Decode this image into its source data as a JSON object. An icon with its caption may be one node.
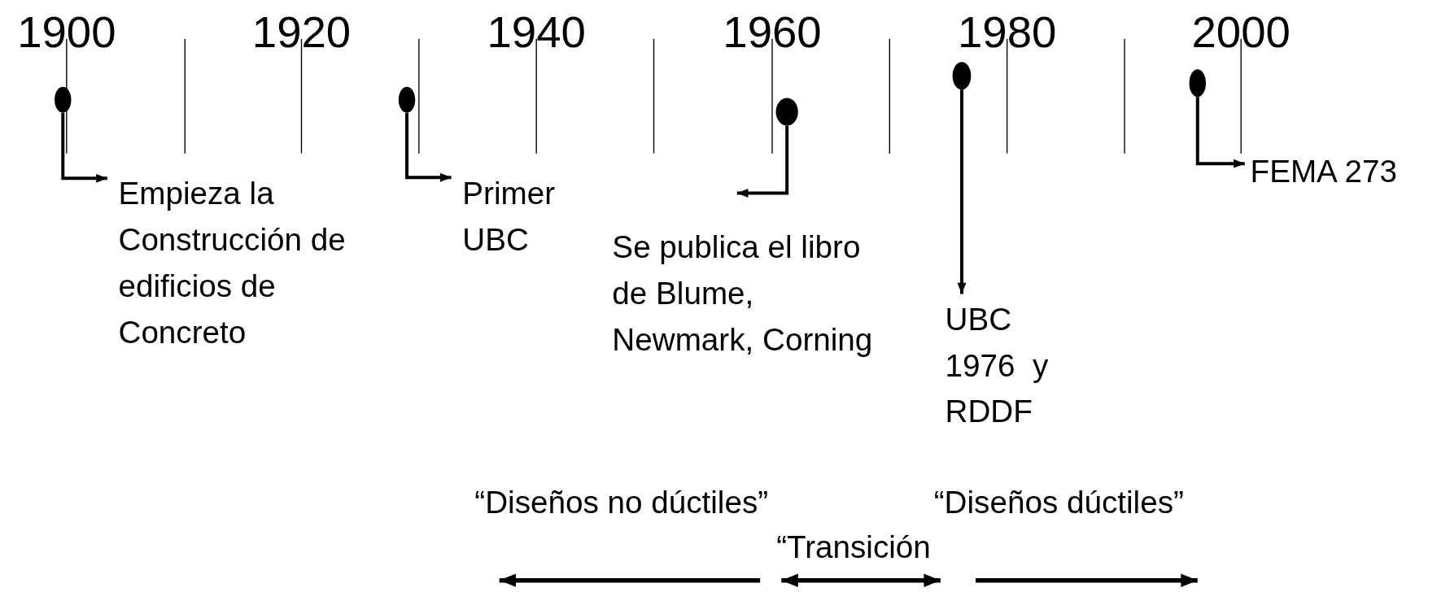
{
  "diagram": {
    "nodes": [
      {
        "text": [],
        "shape": "circle"
      },
      {
        "text": [
          "Empieza la Construcción de edificios de Concreto"
        ]
      },
      {
        "text": [],
        "shape": "circle"
      },
      {
        "text": [
          "Primer UBC"
        ]
      },
      {
        "text": [],
        "shape": "circle"
      },
      {
        "text": [
          "Se publica el libro de Blume, Newmark, Corning"
        ]
      },
      {
        "text": [],
        "shape": "circle"
      },
      {
        "text": [
          "UBC 1976  y RDDF"
        ]
      },
      {
        "text": [],
        "shape": "circle"
      },
      {
        "text": [
          "FEMA 273"
        ]
      }
    ],
    "edges": [
      {
        "from": 0,
        "to": 1,
        "arrow": "to"
      },
      {
        "from": 2,
        "to": 3,
        "arrow": "to"
      },
      {
        "from": 4,
        "to": 5,
        "arrow": "to"
      },
      {
        "from": 6,
        "to": 7,
        "arrow": "to"
      },
      {
        "from": 8,
        "to": 9,
        "arrow": "to"
      }
    ],
    "labels": [
      "1900",
      "1920",
      "1940",
      "1960",
      "1980",
      "2000",
      "“Diseños no dúctiles”",
      "“Diseños dúctiles”",
      "“Transición"
    ]
  }
}
